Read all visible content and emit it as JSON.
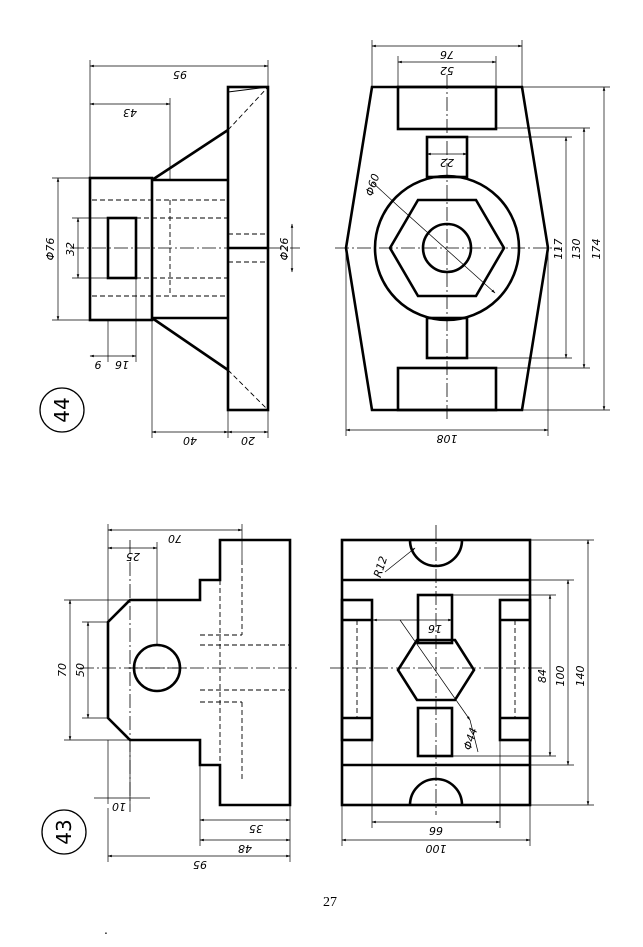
{
  "page_number": "27",
  "footer_mark": "·",
  "fig44": {
    "number": "44",
    "dims": {
      "d95": "95",
      "d43": "43",
      "d76": "76",
      "d52": "52",
      "d22": "22",
      "phi60": "Φ60",
      "phi76": "Φ76",
      "d32": "32",
      "phi26": "Φ26",
      "d117": "117",
      "d130": "130",
      "d174": "174",
      "d9": "9",
      "d16": "16",
      "d40": "40",
      "d20": "20",
      "d108": "108"
    }
  },
  "fig43": {
    "number": "43",
    "dims": {
      "d70t": "70",
      "d25": "25",
      "r12": "R12",
      "d16": "16",
      "d70": "70",
      "d50": "50",
      "d84": "84",
      "d100": "100",
      "d140": "140",
      "phi44": "Φ44",
      "d10": "10",
      "d35": "35",
      "d66": "66",
      "d48": "48",
      "d95": "95",
      "d100b": "100"
    }
  }
}
